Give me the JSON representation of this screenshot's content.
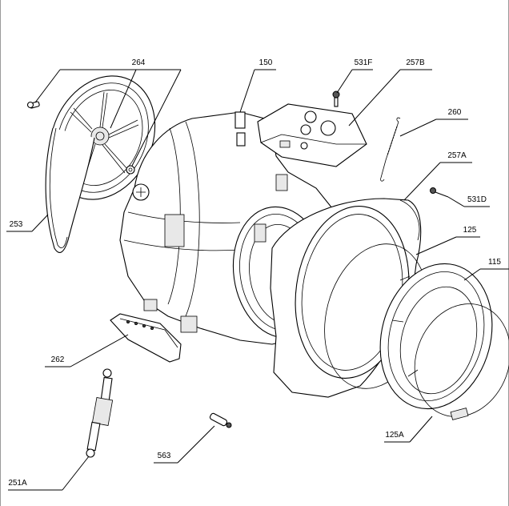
{
  "diagram": {
    "callouts": [
      {
        "id": "264",
        "label": "264"
      },
      {
        "id": "150",
        "label": "150"
      },
      {
        "id": "531F",
        "label": "531F"
      },
      {
        "id": "257B",
        "label": "257B"
      },
      {
        "id": "260",
        "label": "260"
      },
      {
        "id": "257A",
        "label": "257A"
      },
      {
        "id": "531D",
        "label": "531D"
      },
      {
        "id": "253",
        "label": "253"
      },
      {
        "id": "125",
        "label": "125"
      },
      {
        "id": "115",
        "label": "115"
      },
      {
        "id": "262",
        "label": "262"
      },
      {
        "id": "125A",
        "label": "125A"
      },
      {
        "id": "563",
        "label": "563"
      },
      {
        "id": "251A",
        "label": "251A"
      }
    ]
  }
}
